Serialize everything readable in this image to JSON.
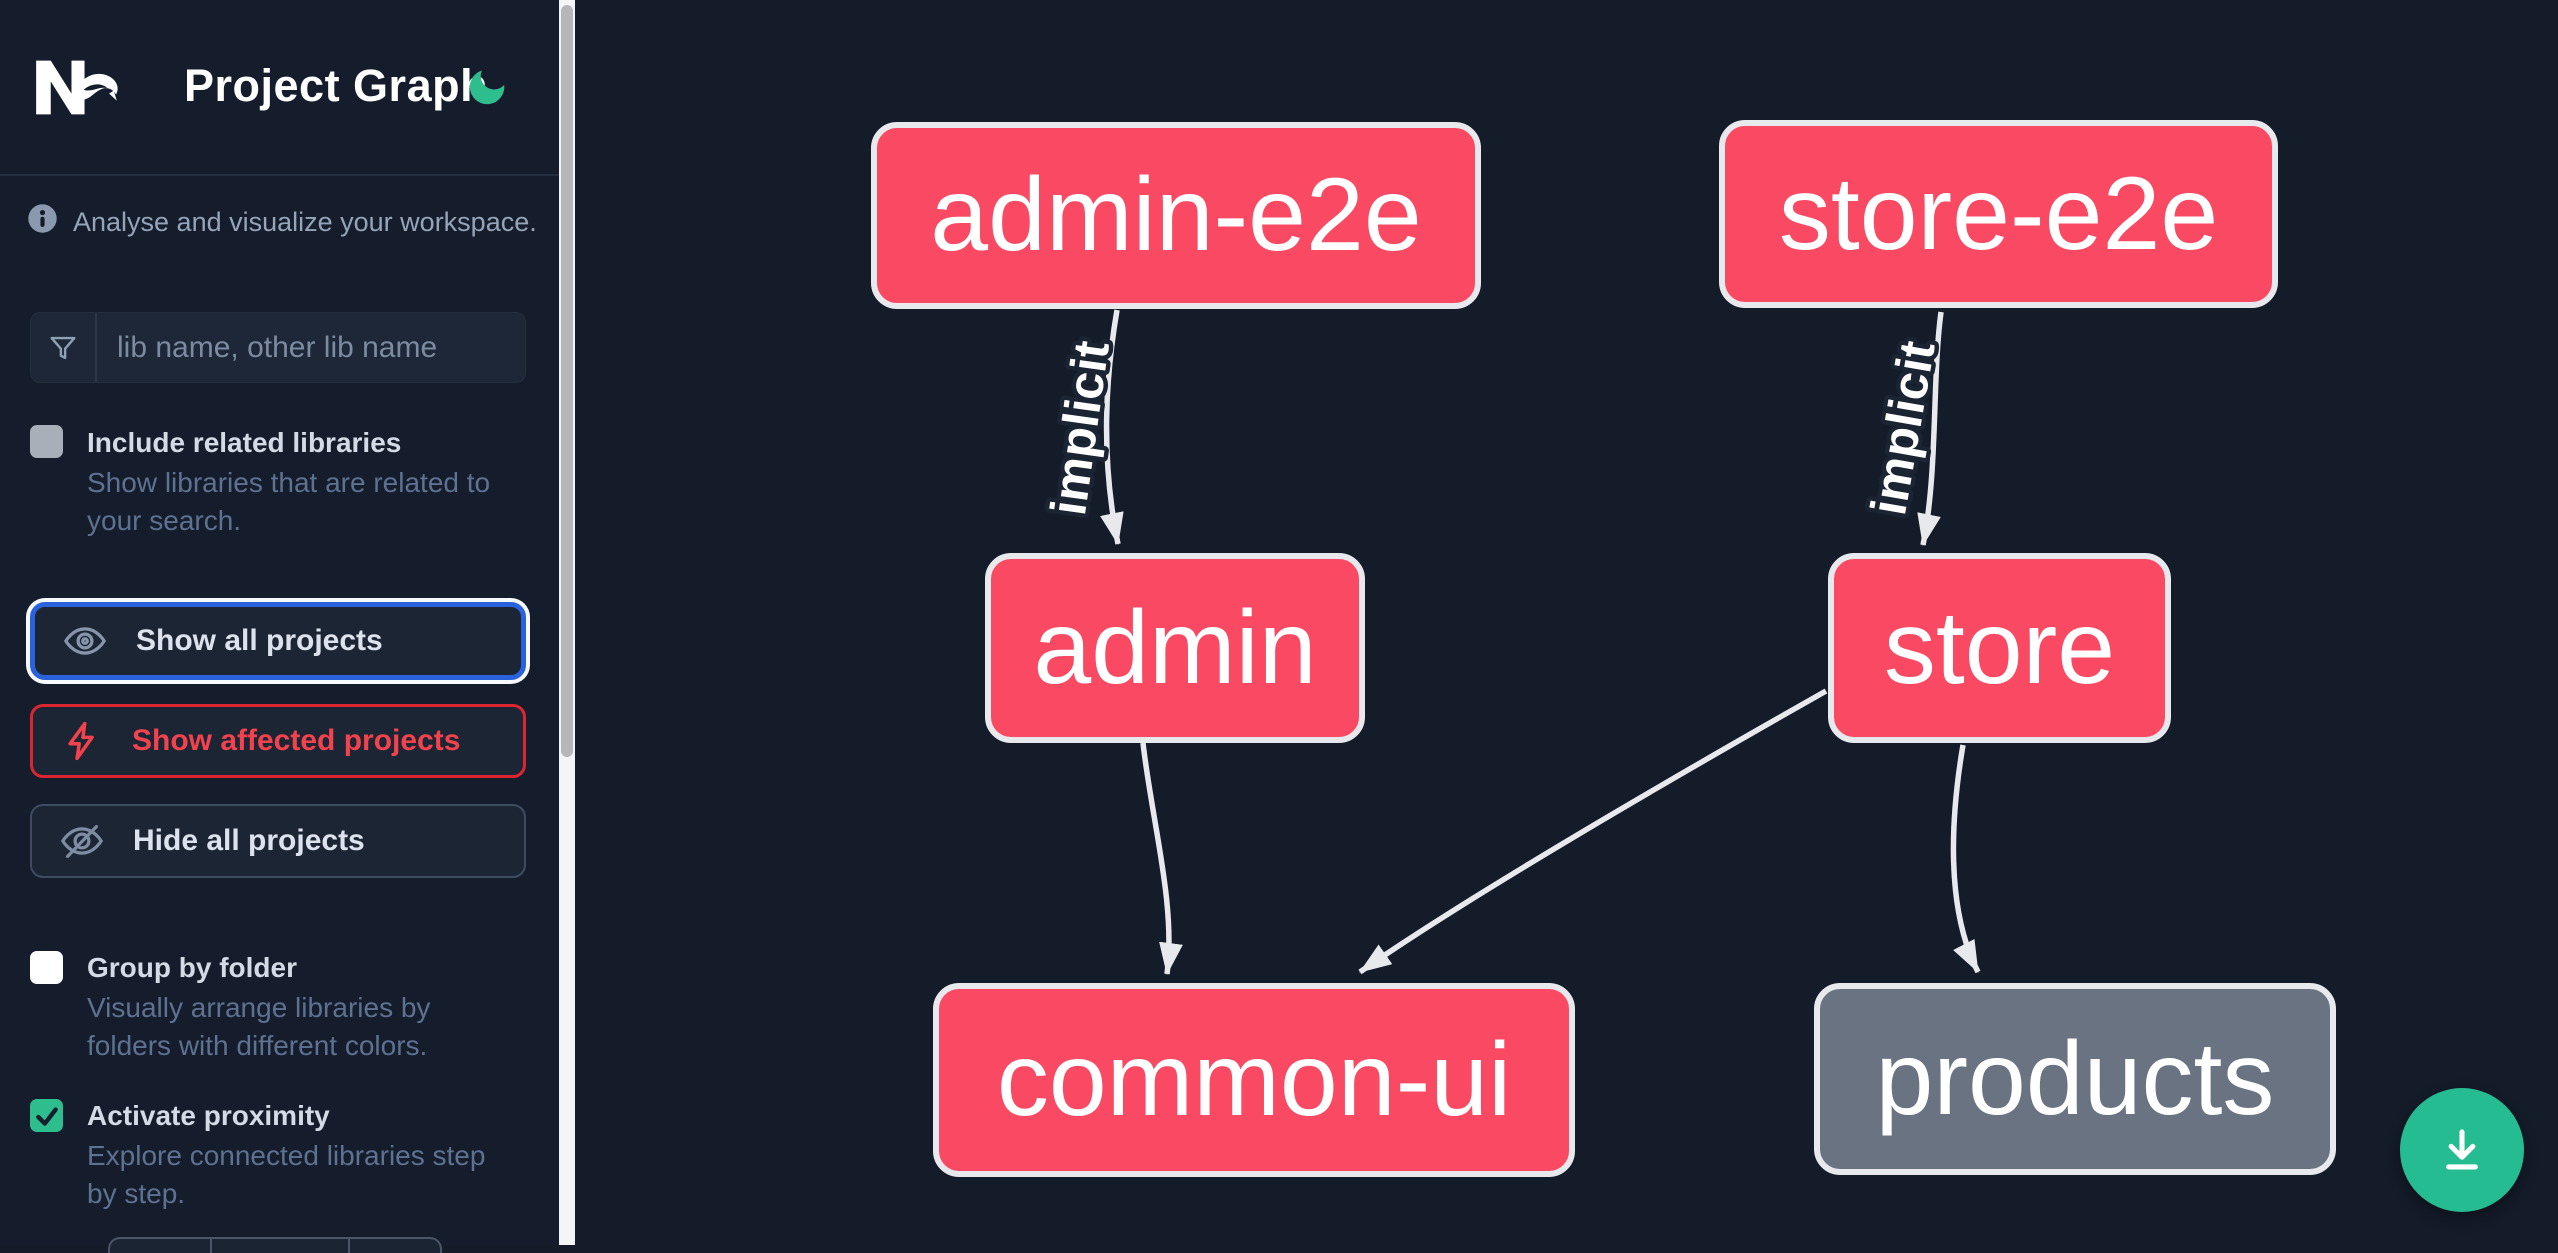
{
  "app": {
    "brand": "Nx",
    "title": "Project Graph"
  },
  "sidebar": {
    "tagline": "Analyse and visualize your workspace.",
    "search": {
      "placeholder": "lib name, other lib name"
    },
    "toggles": [
      {
        "label": "Include related libraries",
        "checked": false,
        "description_lines": [
          "Show libraries that are related to",
          "your search."
        ]
      },
      {
        "label": "Group by folder",
        "checked": false,
        "description_lines": [
          "Visually arrange libraries by",
          "folders with different colors."
        ]
      },
      {
        "label": "Activate proximity",
        "checked": true,
        "description_lines": [
          "Explore connected libraries step",
          "by step."
        ]
      }
    ],
    "buttons": [
      {
        "label": "Show all projects",
        "icon": "eye-icon"
      },
      {
        "label": "Show affected projects",
        "icon": "bolt-icon"
      },
      {
        "label": "Hide all projects",
        "icon": "eye-off-icon"
      }
    ]
  },
  "graph": {
    "nodes": [
      {
        "label": "admin-e2e",
        "type": "affected"
      },
      {
        "label": "store-e2e",
        "type": "affected"
      },
      {
        "label": "admin",
        "type": "affected"
      },
      {
        "label": "store",
        "type": "affected"
      },
      {
        "label": "common-ui",
        "type": "affected"
      },
      {
        "label": "products",
        "type": "normal"
      }
    ],
    "edges": [
      {
        "from": "admin-e2e",
        "to": "admin",
        "label": "implicit"
      },
      {
        "from": "store-e2e",
        "to": "store",
        "label": "implicit"
      },
      {
        "from": "admin",
        "to": "common-ui",
        "label": ""
      },
      {
        "from": "store",
        "to": "common-ui",
        "label": ""
      },
      {
        "from": "store",
        "to": "products",
        "label": ""
      }
    ]
  },
  "fab": {
    "icon": "download-icon"
  },
  "colors": {
    "affected_node": "#FA4963",
    "normal_node": "#6A7382",
    "node_border": "#E7E9ED",
    "edge": "#E7E9ED",
    "accent_green": "#2EBE8E",
    "focus_blue": "#2A62DE",
    "danger_red": "#DB2530",
    "background": "#141B29"
  }
}
